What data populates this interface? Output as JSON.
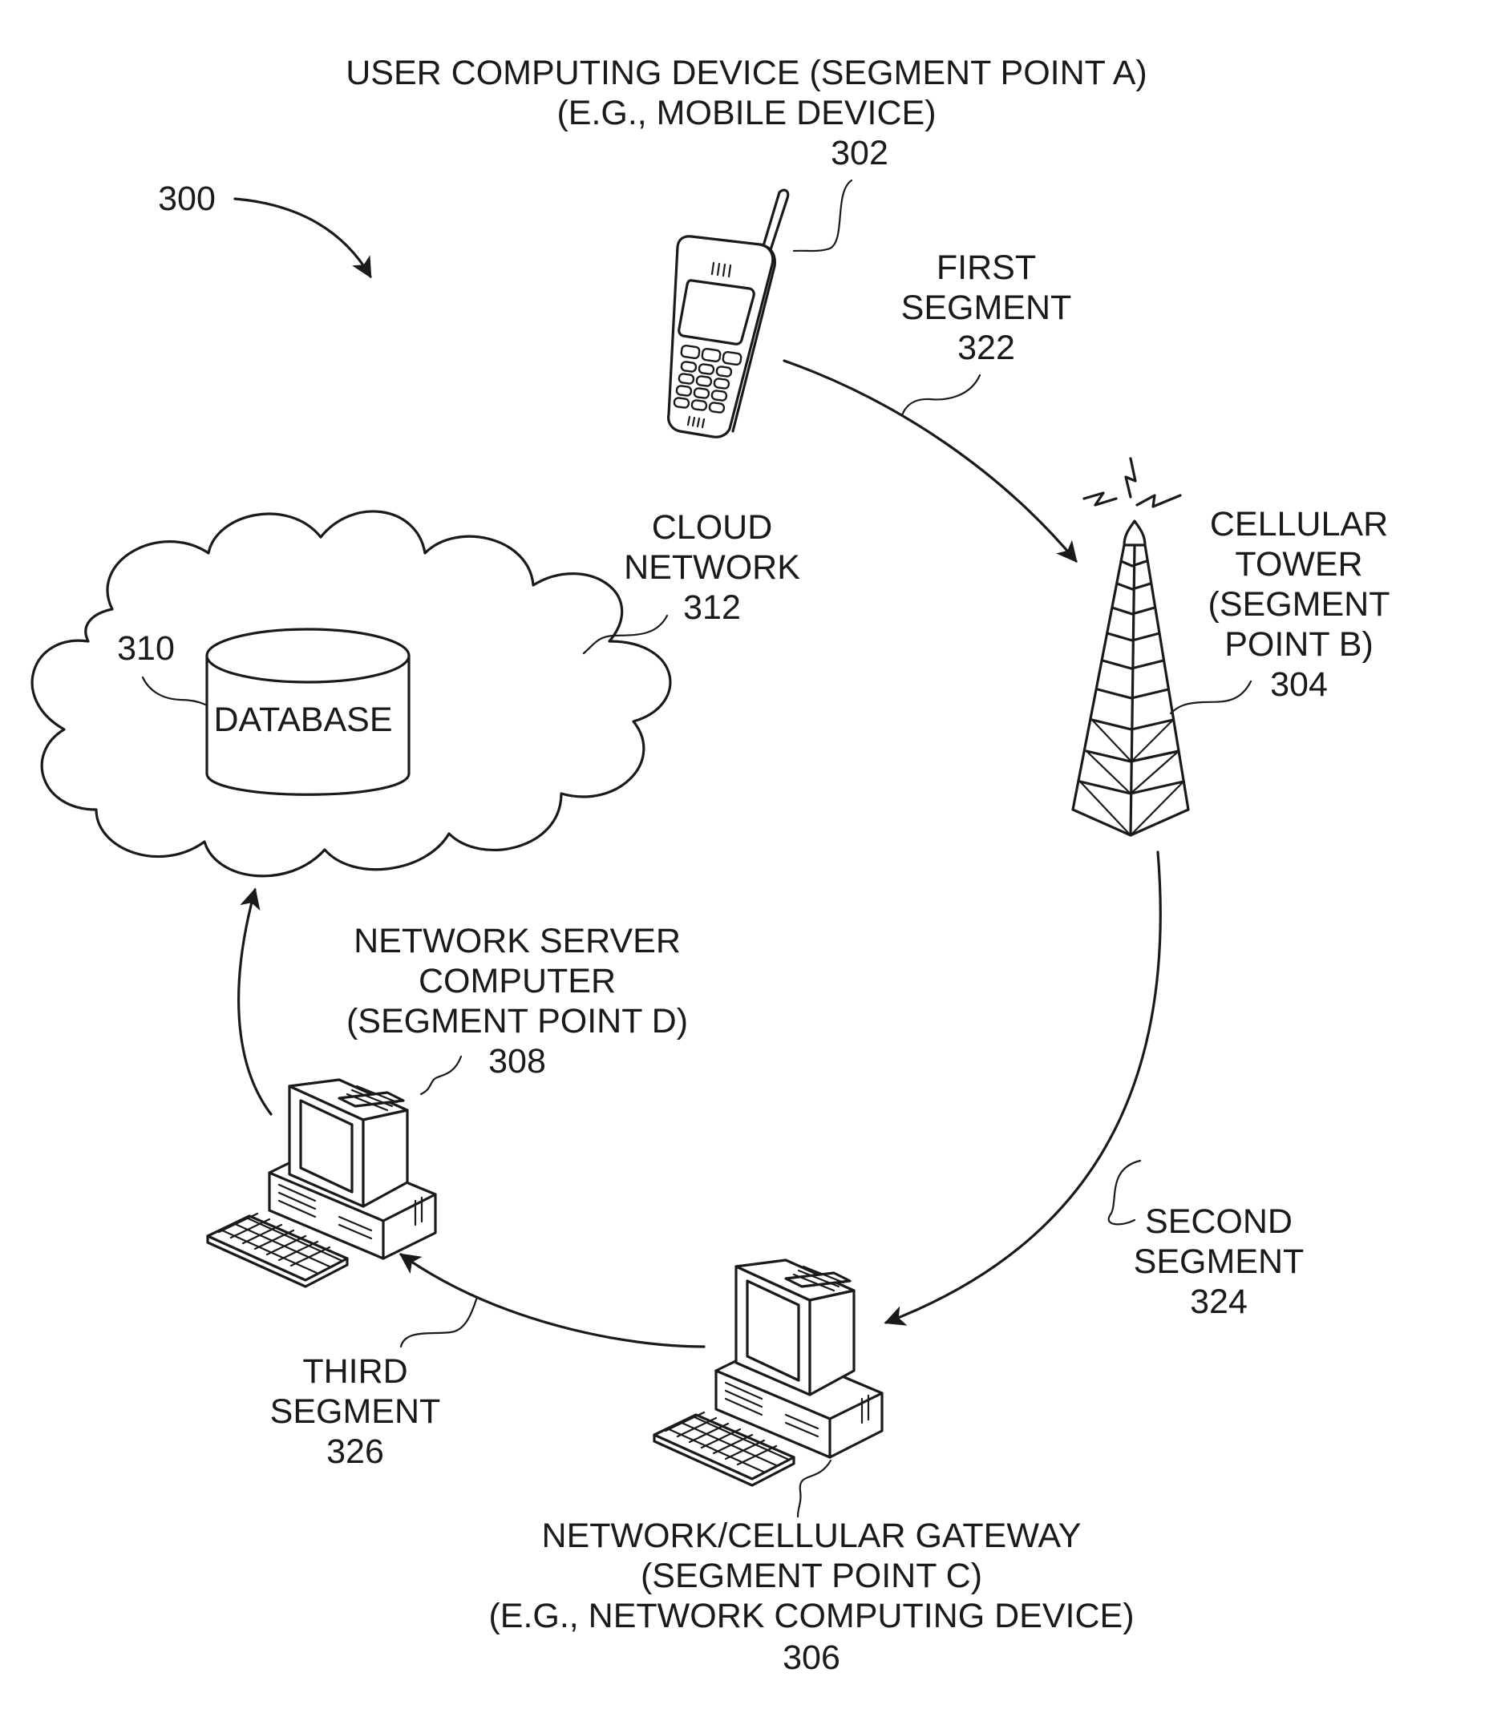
{
  "figure_ref": "300",
  "user_device": {
    "line1": "USER COMPUTING DEVICE (SEGMENT POINT A)",
    "line2": "(E.G., MOBILE DEVICE)",
    "ref": "302"
  },
  "first_segment": {
    "line1": "FIRST",
    "line2": "SEGMENT",
    "ref": "322"
  },
  "cellular_tower": {
    "line1": "CELLULAR",
    "line2": "TOWER",
    "line3": "(SEGMENT",
    "line4": "POINT B)",
    "ref": "304"
  },
  "cloud_network": {
    "line1": "CLOUD",
    "line2": "NETWORK",
    "ref": "312"
  },
  "database": {
    "label": "DATABASE",
    "ref": "310"
  },
  "second_segment": {
    "line1": "SECOND",
    "line2": "SEGMENT",
    "ref": "324"
  },
  "network_server": {
    "line1": "NETWORK SERVER",
    "line2": "COMPUTER",
    "line3": "(SEGMENT POINT D)",
    "ref": "308"
  },
  "third_segment": {
    "line1": "THIRD",
    "line2": "SEGMENT",
    "ref": "326"
  },
  "gateway": {
    "line1": "NETWORK/CELLULAR GATEWAY",
    "line2": "(SEGMENT POINT C)",
    "line3": "(E.G., NETWORK COMPUTING DEVICE)",
    "ref": "306"
  }
}
